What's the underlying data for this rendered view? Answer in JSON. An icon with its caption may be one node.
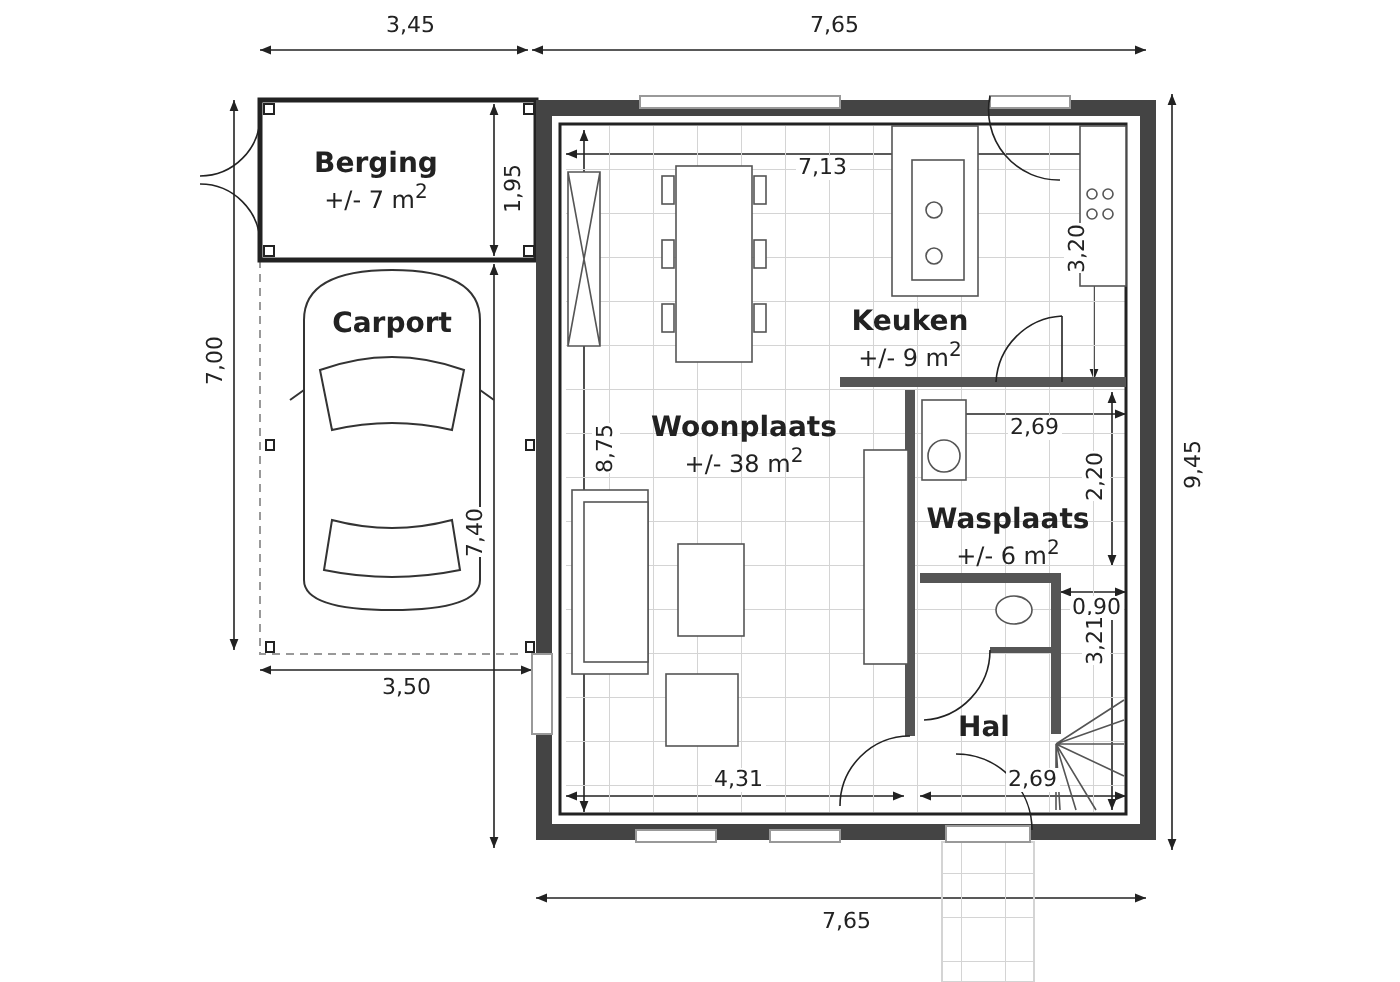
{
  "diagram": {
    "nodes": [
      {
        "text": [
          "Berging",
          "+/- 7 m$^{2}$"
        ]
      },
      {
        "text": [
          "Carport"
        ]
      },
      {
        "text": [
          "Woonplaats",
          "+/- 38 m$^{2}$"
        ]
      },
      {
        "text": [
          "Keuken",
          "+/- 9 m$^{2}$"
        ]
      },
      {
        "text": [
          "Wasplaats",
          "+/- 6 m$^{2}$"
        ]
      },
      {
        "text": [
          "Hal"
        ]
      }
    ],
    "edges": [],
    "labels": [
      "3,45",
      "7,65",
      "1,95",
      "7,13",
      "3,20",
      "7,00",
      "9,45",
      "8,75",
      "2,69",
      "7,40",
      "2,20",
      "0,90",
      "3,21",
      "3,50",
      "4,31",
      "2,69",
      "7,65"
    ]
  }
}
